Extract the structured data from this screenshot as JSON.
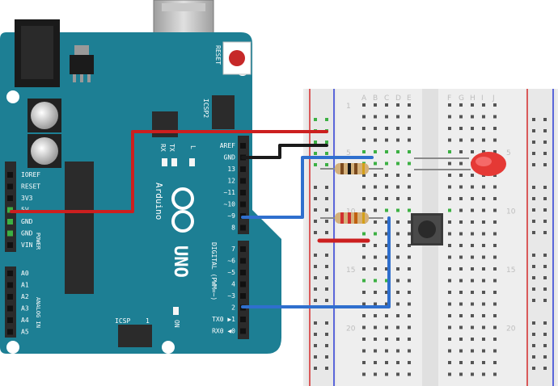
{
  "arduino": {
    "reset_label": "RESET",
    "icsp2_label": "ICSP2",
    "icsp_label": "ICSP",
    "tx_label": "TX",
    "rx_label": "RX",
    "l_label": "L",
    "on_label": "ON",
    "brand_label": "Arduino",
    "model_label": "UNO",
    "digital_label": "DIGITAL (PWM=~)",
    "power_label": "POWER",
    "analog_label": "ANALOG IN",
    "header_one": "1",
    "digital_top_pins": [
      "AREF",
      "GND",
      "13",
      "12",
      "~11",
      "~10",
      "~9",
      "8"
    ],
    "digital_bottom_pins": [
      "7",
      "~6",
      "~5",
      "4",
      "~3",
      "2",
      "TX0 ▶1",
      "RX0 ◀0"
    ],
    "power_pins": [
      "IOREF",
      "RESET",
      "3V3",
      "5V",
      "GND",
      "GND",
      "VIN"
    ],
    "analog_pins": [
      "A0",
      "A1",
      "A2",
      "A3",
      "A4",
      "A5"
    ],
    "colors": {
      "board": "#1d7f94",
      "silk": "#ffffff",
      "header": "#2b2b2b"
    }
  },
  "breadboard": {
    "column_letters": [
      "A",
      "B",
      "C",
      "D",
      "E",
      "F",
      "G",
      "H",
      "I",
      "J"
    ],
    "row_numbers_left": [
      "1",
      "5",
      "10",
      "15",
      "20"
    ],
    "row_numbers_right": [
      "5",
      "10",
      "15",
      "20"
    ]
  },
  "components": [
    {
      "name": "led",
      "color": "#e53935"
    },
    {
      "name": "resistor-led"
    },
    {
      "name": "resistor-button"
    },
    {
      "name": "pushbutton"
    }
  ],
  "wires": {
    "colors": {
      "power": "#cc1f1f",
      "ground": "#1a1a1a",
      "signal": "#2f6fce"
    }
  }
}
